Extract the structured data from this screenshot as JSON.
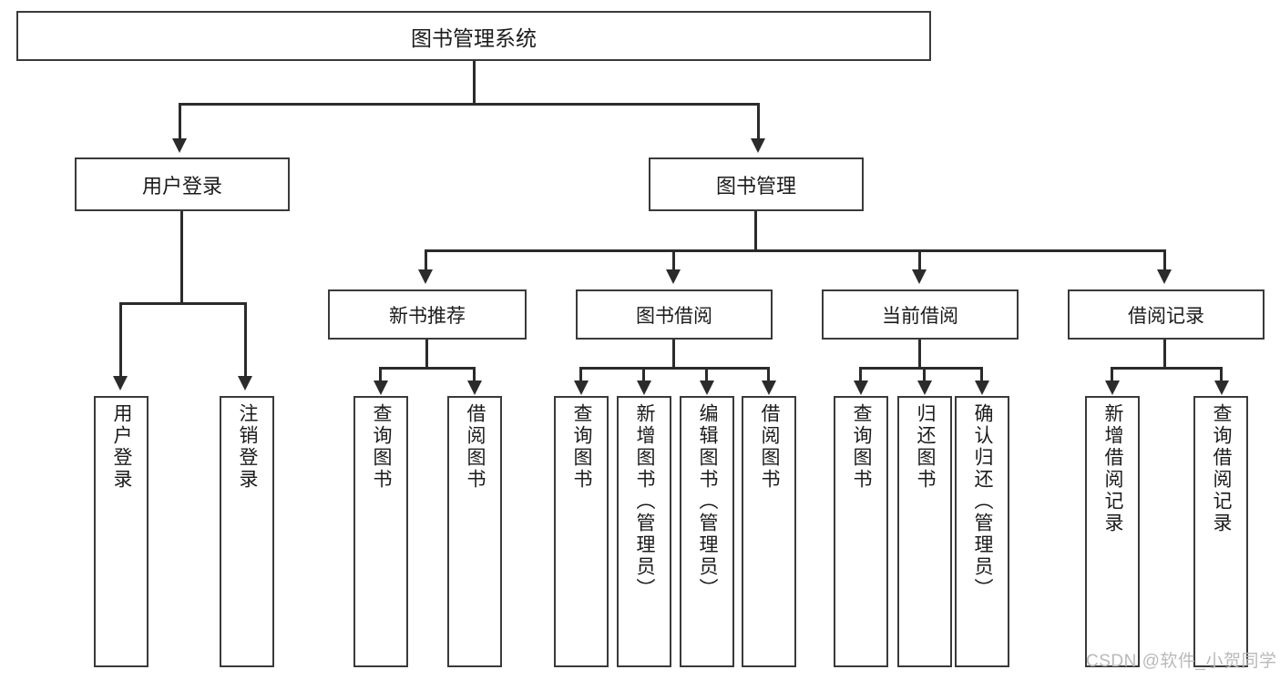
{
  "diagram": {
    "type": "tree",
    "title": "图书管理系统",
    "root": {
      "label": "图书管理系统"
    },
    "level1": [
      {
        "label": "用户登录"
      },
      {
        "label": "图书管理"
      }
    ],
    "level2": [
      {
        "label": "新书推荐"
      },
      {
        "label": "图书借阅"
      },
      {
        "label": "当前借阅"
      },
      {
        "label": "借阅记录"
      }
    ],
    "leaves": {
      "user_login": [
        {
          "label": "用户登录"
        },
        {
          "label": "注销登录"
        }
      ],
      "new_book_recommend": [
        {
          "label": "查询图书"
        },
        {
          "label": "借阅图书"
        }
      ],
      "book_borrow": [
        {
          "label": "查询图书"
        },
        {
          "label": "新增图书（管理员）"
        },
        {
          "label": "编辑图书（管理员）"
        },
        {
          "label": "借阅图书"
        }
      ],
      "current_borrow": [
        {
          "label": "查询图书"
        },
        {
          "label": "归还图书"
        },
        {
          "label": "确认归还（管理员）"
        }
      ],
      "borrow_records": [
        {
          "label": "新增借阅记录"
        },
        {
          "label": "查询借阅记录"
        }
      ]
    }
  },
  "watermark": {
    "text": "CSDN @软件_小贺同学"
  },
  "colors": {
    "box_border": "#3a3a3a",
    "connector": "#2b2b2b",
    "text": "#1b1b1b",
    "background": "#ffffff",
    "watermark": "#b9b9b9"
  }
}
